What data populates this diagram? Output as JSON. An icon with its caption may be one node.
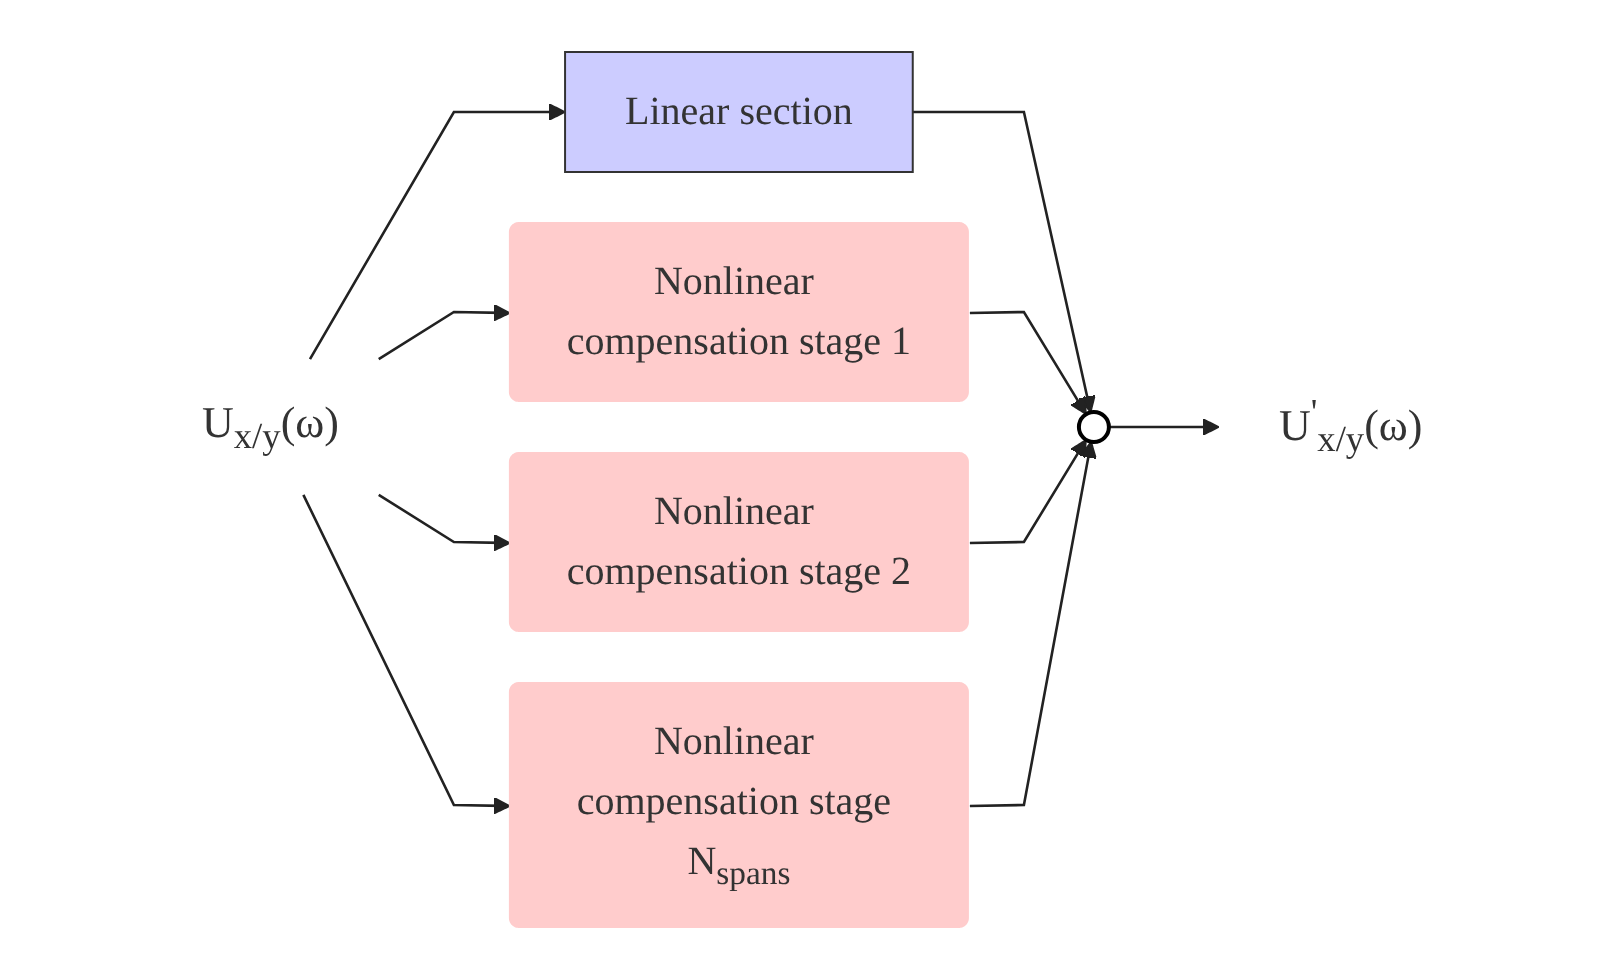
{
  "diagram": {
    "nodes": [
      {
        "text": [
          "U$_{x/y}$(ω)"
        ]
      },
      {
        "text": [
          "Linear section"
        ]
      },
      {
        "text": [
          "Nonlinear compensation stage 1"
        ]
      },
      {
        "text": [
          "Nonlinear compensation stage 2"
        ]
      },
      {
        "text": [
          "Nonlinear compensation stage N$_{spans}$"
        ]
      },
      {
        "text": [],
        "shape": "circle"
      },
      {
        "text": [
          "U$^{'}$$_{x/y}$(ω)"
        ]
      }
    ],
    "edges": [
      {
        "from": 0,
        "to": 1,
        "arrow": "to"
      },
      {
        "from": 0,
        "to": 2,
        "arrow": "to"
      },
      {
        "from": 0,
        "to": 3,
        "arrow": "to"
      },
      {
        "from": 0,
        "to": 4,
        "arrow": "to"
      },
      {
        "from": 1,
        "to": 5,
        "arrow": "to"
      },
      {
        "from": 2,
        "to": 5,
        "arrow": "to"
      },
      {
        "from": 3,
        "to": 5,
        "arrow": "to"
      },
      {
        "from": 4,
        "to": 5,
        "arrow": "to"
      },
      {
        "from": 5,
        "to": 6,
        "arrow": "to"
      }
    ]
  }
}
